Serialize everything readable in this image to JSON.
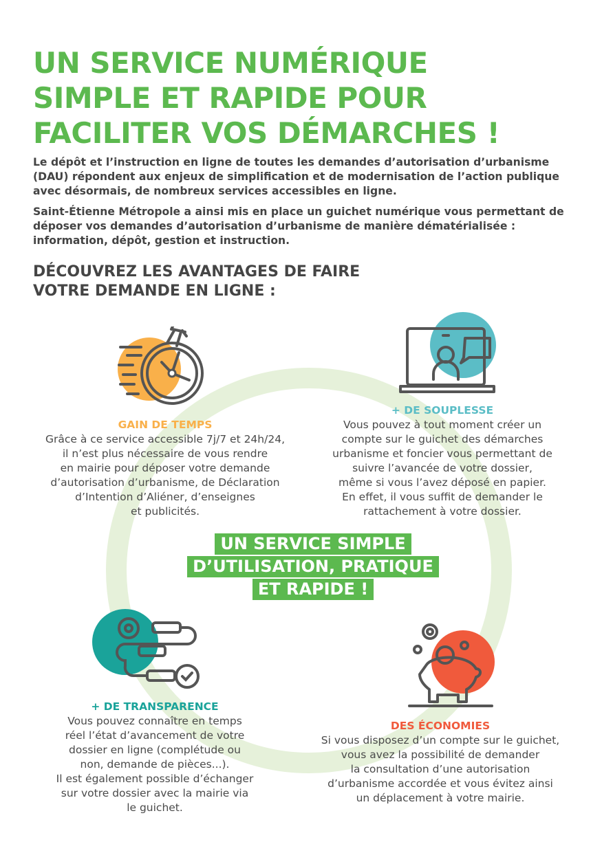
{
  "title": {
    "lines": [
      "UN SERVICE NUMÉRIQUE",
      "SIMPLE ET RAPIDE POUR",
      "FACILITER VOS DÉMARCHES !"
    ]
  },
  "intro": {
    "p1": "Le dépôt et l’instruction en ligne de toutes les demandes d’autorisation d’urbanisme (DAU) répondent aux enjeux de simplification et de modernisation de l’action publique avec désormais, de nombreux services accessibles en ligne.",
    "p2": "Saint-Étienne Métropole a ainsi mis en place un guichet numérique vous permettant de déposer vos demandes d’autorisation d’urbanisme de manière dématérialisée : information, dépôt, gestion et instruction."
  },
  "subheading": {
    "lines": [
      "DÉCOUVREZ LES AVANTAGES DE FAIRE",
      "VOTRE DEMANDE EN LIGNE :"
    ]
  },
  "center": {
    "lines": [
      "UN SERVICE SIMPLE",
      "D’UTILISATION, PRATIQUE",
      "ET RAPIDE !"
    ]
  },
  "colors": {
    "green": "#5cb94f",
    "orange": "#f9b04a",
    "teal": "#5bbdc6",
    "dark_teal": "#1aa39a",
    "red": "#f05a3c",
    "ring": "#e6f1da"
  },
  "sections": [
    {
      "id": "gain-de-temps",
      "icon": "stopwatch-icon",
      "heading": "GAIN DE TEMPS",
      "lines": [
        "Grâce à ce service accessible 7j/7 et 24h/24,",
        "il n’est plus nécessaire de vous rendre",
        "en mairie pour déposer votre demande",
        "d’autorisation d’urbanisme, de Déclaration",
        "d’Intention d’Aliéner, d’enseignes",
        "et publicités."
      ]
    },
    {
      "id": "souplesse",
      "icon": "laptop-chat-icon",
      "heading": "+ DE SOUPLESSE",
      "lines": [
        "Vous pouvez à tout moment créer un",
        "compte sur le guichet des démarches",
        "urbanisme et foncier vous permettant de",
        "suivre l’avancée de votre dossier,",
        "même si vous l’avez déposé en papier.",
        "En effet, il vous suffit de demander le",
        "rattachement à votre dossier."
      ]
    },
    {
      "id": "transparence",
      "icon": "workflow-gear-icon",
      "heading": "+ DE TRANSPARENCE",
      "lines": [
        "Vous pouvez connaître en temps",
        "réel l’état d’avancement de votre",
        "dossier en ligne (complétude ou",
        "non, demande de pièces...).",
        "Il est également possible d’échanger",
        "sur votre dossier avec la mairie via",
        "le guichet."
      ]
    },
    {
      "id": "economies",
      "icon": "piggy-bank-icon",
      "heading": "DES ÉCONOMIES",
      "lines": [
        "Si vous disposez d’un compte sur le guichet,",
        "vous avez la possibilité de demander",
        "la consultation d’une autorisation",
        "d’urbanisme accordée et vous évitez ainsi",
        "un déplacement à votre mairie."
      ]
    }
  ]
}
